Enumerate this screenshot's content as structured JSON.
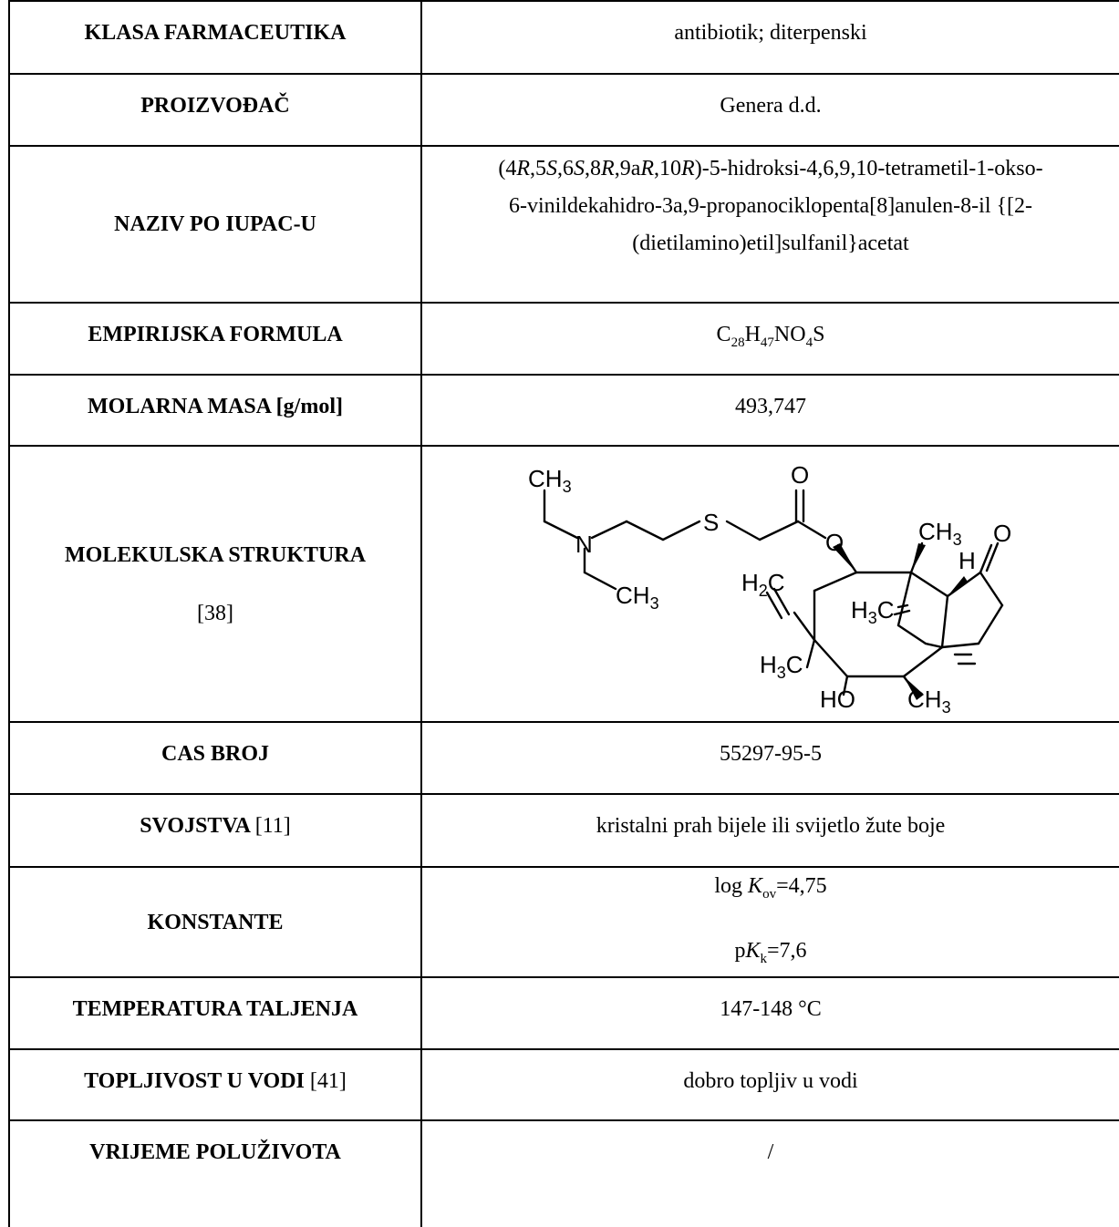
{
  "rows": [
    {
      "label": "KLASA FARMACEUTIKA",
      "value": "antibiotik; diterpenski"
    },
    {
      "label": "PROIZVOĐAČ",
      "value": "Genera d.d."
    },
    {
      "label": "NAZIV PO IUPAC-U",
      "value_parts": [
        "(4",
        "R",
        ",5",
        "S",
        ",6",
        "S",
        ",8",
        "R",
        ",9a",
        "R",
        ",10",
        "R",
        ")-5-hidroksi-4,6,9,10-tetrametil-1-okso-"
      ],
      "value_line2": "6-vinildekahidro-3a,9-propanociklopenta[8]anulen-8-il {[2-",
      "value_line3": "(dietilamino)etil]sulfanil}acetat"
    },
    {
      "label": "EMPIRIJSKA FORMULA",
      "formula": {
        "c": "C",
        "c_n": "28",
        "h": "H",
        "h_n": "47",
        "no": "NO",
        "o_n": "4",
        "s": "S"
      }
    },
    {
      "label": "MOLARNA MASA [g/mol]",
      "value": "493,747"
    },
    {
      "label": "MOLEKULSKA STRUKTURA",
      "ref": "[38]"
    },
    {
      "label": "CAS BROJ",
      "value": "55297-95-5"
    },
    {
      "label": "SVOJSTVA",
      "ref": "[11]",
      "value": "kristalni prah bijele ili svijetlo žute boje"
    },
    {
      "label": "KONSTANTE",
      "k1": {
        "prefix": "log ",
        "sym": "K",
        "sub": "ov",
        "rest": "=4,75"
      },
      "k2": {
        "prefix": "p",
        "sym": "K",
        "sub": "k",
        "rest": "=7,6"
      }
    },
    {
      "label": "TEMPERATURA TALJENJA",
      "value": "147-148 °C"
    },
    {
      "label": "TOPLJIVOST U VODI",
      "ref": "[41]",
      "value": "dobro topljiv u vodi"
    },
    {
      "label": "VRIJEME POLUŽIVOTA",
      "value": "/"
    }
  ],
  "structure": {
    "atoms": [
      "CH",
      "3",
      "N",
      "CH",
      "3",
      "S",
      "O",
      "O",
      "CH",
      "3",
      "H",
      "O",
      "H",
      "2",
      "C",
      "H",
      "3",
      "C",
      "H",
      "3",
      "C",
      "HO",
      "CH",
      "3"
    ]
  }
}
